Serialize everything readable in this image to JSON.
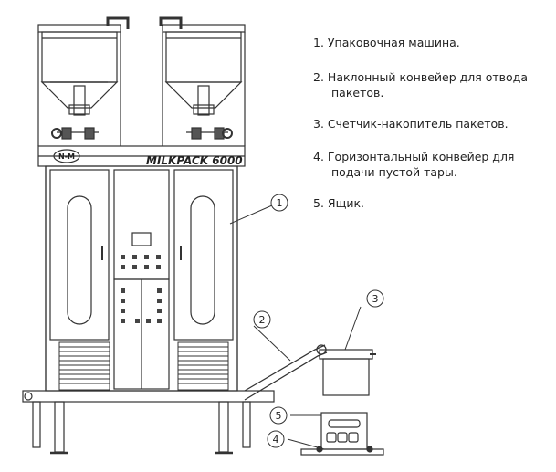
{
  "machine": {
    "brand_label": "MILKPACK 6000",
    "logo_label": "N-M"
  },
  "callouts": [
    "1",
    "2",
    "3",
    "4",
    "5"
  ],
  "legend": {
    "items": [
      {
        "number": "1.",
        "line1": "Упаковочная машина.",
        "line2": ""
      },
      {
        "number": "2.",
        "line1": "Наклонный конвейер для отвода",
        "line2": "пакетов."
      },
      {
        "number": "3.",
        "line1": "Счетчик-накопитель пакетов.",
        "line2": ""
      },
      {
        "number": "4.",
        "line1": "Горизонтальный конвейер для",
        "line2": "подачи пустой тары."
      },
      {
        "number": "5.",
        "line1": "Ящик.",
        "line2": ""
      }
    ]
  }
}
